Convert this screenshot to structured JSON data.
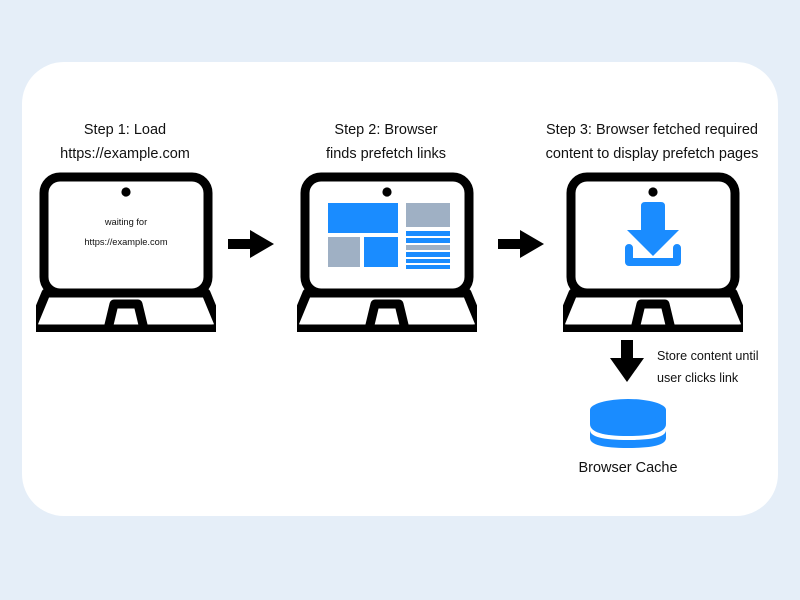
{
  "page": {
    "background_color": "#e5eef8",
    "card_color": "#ffffff",
    "accent_blue": "#1a8cff",
    "accent_gray": "#9fb0c4",
    "ink": "#111111"
  },
  "steps": [
    {
      "id": "step-1",
      "title_line_1": "Step 1: Load",
      "title_line_2": "https://example.com",
      "device": "laptop",
      "screen": {
        "kind": "text",
        "line_1": "waiting for",
        "line_2": "https://example.com"
      }
    },
    {
      "id": "step-2",
      "title_line_1": "Step 2: Browser",
      "title_line_2": "finds prefetch links",
      "device": "laptop",
      "screen": {
        "kind": "wireframe-blocks",
        "blocks": [
          {
            "name": "hero-block",
            "color": "#1a8cff"
          },
          {
            "name": "thumb-block-gray",
            "color": "#9fb0c4"
          },
          {
            "name": "thumb-block-blue",
            "color": "#1a8cff"
          },
          {
            "name": "sidebar-image",
            "color": "#9fb0c4"
          },
          {
            "name": "text-line-1",
            "color": "#1a8cff"
          },
          {
            "name": "text-line-2",
            "color": "#1a8cff"
          },
          {
            "name": "text-line-3",
            "color": "#9fb0c4"
          },
          {
            "name": "text-line-4",
            "color": "#1a8cff"
          },
          {
            "name": "text-line-5",
            "color": "#1a8cff"
          },
          {
            "name": "text-line-6",
            "color": "#1a8cff"
          }
        ]
      }
    },
    {
      "id": "step-3",
      "title_line_1": "Step 3: Browser fetched required",
      "title_line_2": "content to display prefetch pages",
      "device": "laptop",
      "screen": {
        "kind": "download-icon",
        "icon_name": "download-icon",
        "color": "#1a8cff"
      }
    }
  ],
  "flow": {
    "arrow_1": "arrow-right",
    "arrow_2": "arrow-right",
    "arrow_down": "arrow-down",
    "note_line_1": "Store content until",
    "note_line_2": "user clicks link"
  },
  "cache": {
    "icon_name": "database-cylinder-icon",
    "color": "#1a8cff",
    "label": "Browser Cache"
  }
}
